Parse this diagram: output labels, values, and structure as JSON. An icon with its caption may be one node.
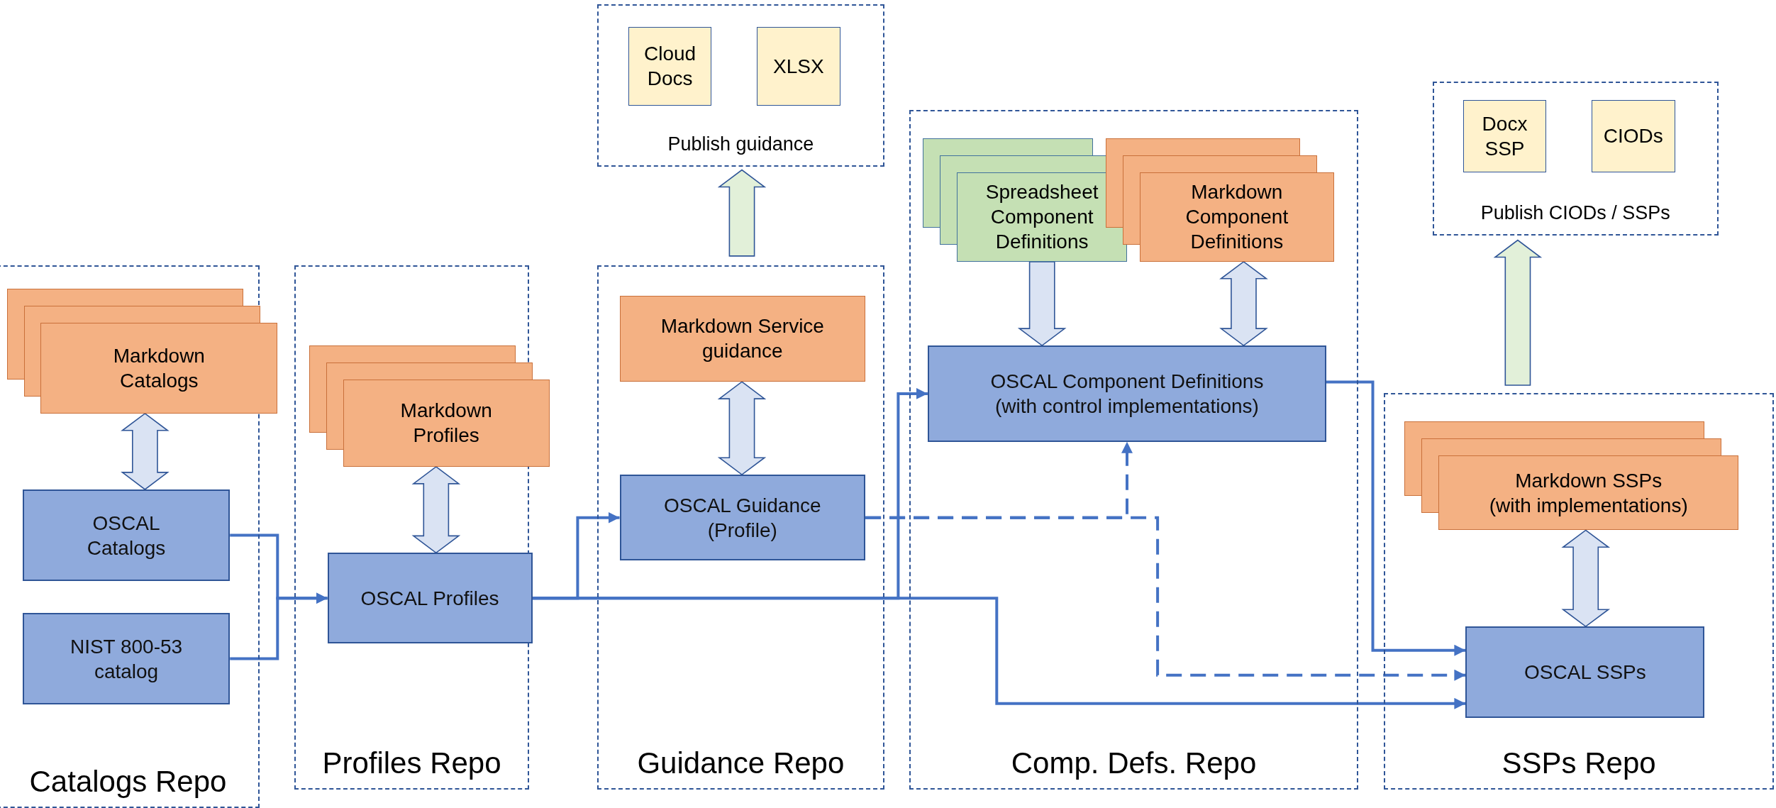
{
  "diagram": {
    "nodes": [
      {
        "text": [
          "Catalogs Repo"
        ]
      },
      {
        "text": [
          "Markdown Catalogs"
        ],
        "in": 0
      },
      {
        "text": [
          "OSCAL Catalogs"
        ],
        "in": 0
      },
      {
        "text": [
          "NIST 800-53 catalog"
        ],
        "in": 0
      },
      {
        "text": [
          "Profiles Repo"
        ]
      },
      {
        "text": [
          "Markdown Profiles"
        ],
        "in": 4
      },
      {
        "text": [
          "OSCAL Profiles"
        ],
        "in": 4
      },
      {
        "text": [
          "Publish guidance"
        ]
      },
      {
        "text": [
          "Cloud Docs"
        ],
        "in": 7
      },
      {
        "text": [
          "XLSX"
        ],
        "in": 7
      },
      {
        "text": [
          "Guidance Repo"
        ]
      },
      {
        "text": [
          "Markdown Service guidance"
        ],
        "in": 10
      },
      {
        "text": [
          "OSCAL Guidance",
          "(Profile)"
        ],
        "in": 10
      },
      {
        "text": [
          "Comp. Defs. Repo"
        ]
      },
      {
        "text": [
          "Spreadsheet Component Definitions"
        ],
        "in": 13
      },
      {
        "text": [
          "Markdown Component Definitions"
        ],
        "in": 13
      },
      {
        "text": [
          "OSCAL Component Definitions",
          "(with control implementations)"
        ],
        "in": 13
      },
      {
        "text": [
          "Publish CIODs / SSPs"
        ]
      },
      {
        "text": [
          "Docx SSP"
        ],
        "in": 17
      },
      {
        "text": [
          "CIODs"
        ],
        "in": 17
      },
      {
        "text": [
          "SSPs Repo"
        ]
      },
      {
        "text": [
          "Markdown SSPs",
          "(with implementations)"
        ],
        "in": 20
      },
      {
        "text": [
          "OSCAL SSPs"
        ],
        "in": 20
      }
    ],
    "edges": [
      {
        "from": 1,
        "to": 2,
        "arrow": "both",
        "style": "thick",
        "color": "#dae3f3"
      },
      {
        "from": 2,
        "to": 6,
        "arrow": "to"
      },
      {
        "from": 3,
        "to": 6,
        "arrow": "to"
      },
      {
        "from": 5,
        "to": 6,
        "arrow": "both",
        "style": "thick",
        "color": "#dae3f3"
      },
      {
        "from": 6,
        "to": 12,
        "arrow": "to"
      },
      {
        "from": 6,
        "to": 16,
        "arrow": "to"
      },
      {
        "from": 6,
        "to": 22,
        "arrow": "to"
      },
      {
        "from": 11,
        "to": 12,
        "arrow": "both",
        "style": "thick",
        "color": "#dae3f3"
      },
      {
        "from": 10,
        "to": 7,
        "arrow": "to",
        "style": "thick",
        "color": "#e2f0d9"
      },
      {
        "from": 14,
        "to": 16,
        "arrow": "to",
        "style": "thick",
        "color": "#dae3f3"
      },
      {
        "from": 15,
        "to": 16,
        "arrow": "both",
        "style": "thick",
        "color": "#dae3f3"
      },
      {
        "from": 12,
        "to": 16,
        "arrow": "to",
        "style": "dashed"
      },
      {
        "from": 12,
        "to": 22,
        "arrow": "to",
        "style": "dashed"
      },
      {
        "from": 16,
        "to": 22,
        "arrow": "to"
      },
      {
        "from": 20,
        "to": 17,
        "arrow": "to",
        "style": "thick",
        "color": "#e2f0d9"
      },
      {
        "from": 21,
        "to": 22,
        "arrow": "both",
        "style": "thick",
        "color": "#dae3f3"
      }
    ]
  }
}
